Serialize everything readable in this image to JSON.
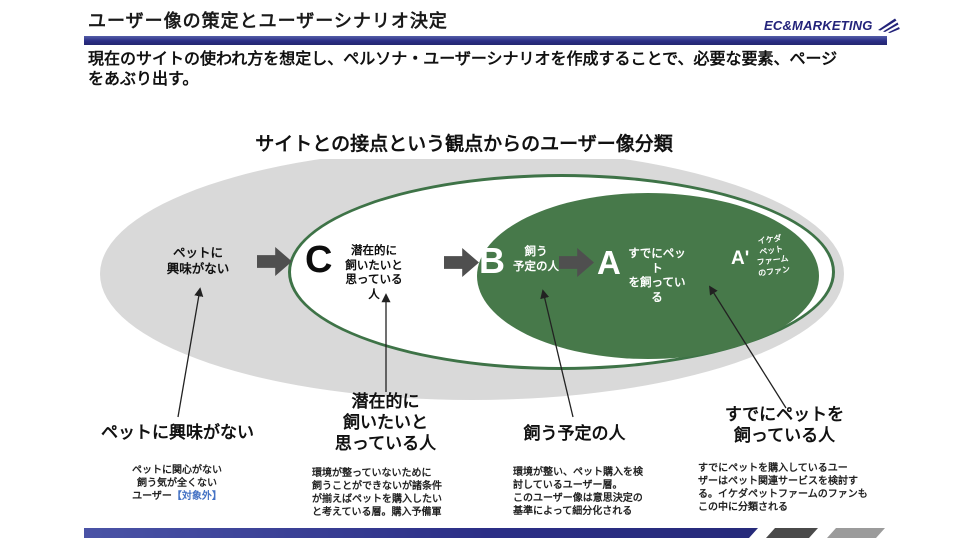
{
  "slide": {
    "title": "ユーザー像の策定とユーザーシナリオ決定",
    "logo_text": "EC&MARKETING",
    "intro": "現在のサイトの使われ方を想定し、ペルソナ・ユーザーシナリオを作成することで、必要な要素、ページ\nをあぶり出す。"
  },
  "diagram": {
    "title": "サイトとの接点という観点からのユーザー像分類",
    "outside_label": "ペットに\n興味がない",
    "segments": [
      {
        "letter": "C",
        "label": "潜在的に\n飼いたいと\n思っている人"
      },
      {
        "letter": "B",
        "label": "飼う\n予定の人"
      },
      {
        "letter": "A",
        "label": "すでにペット\nを飼っている"
      },
      {
        "letter": "A'",
        "label": "イケダ\nペット\nファーム\nのファン"
      }
    ],
    "colors": {
      "outer_fill": "#d9d9d9",
      "mid_border_green": "#3e7347",
      "inner_fill_green": "#47794a",
      "accent_navy": "#2b2e86",
      "block_arrow_gray": "#4f4f4f",
      "highlight_blue": "#4472c4"
    }
  },
  "callouts": [
    {
      "title": "ペットに興味がない",
      "desc": "ペットに関心がない\n飼う気が全くない\nユーザー",
      "desc_highlight": "【対象外】"
    },
    {
      "title": "潜在的に\n飼いたいと\n思っている人",
      "desc": "環境が整っていないために\n飼うことができないが諸条件\nが揃えばペットを購入したい\nと考えている層。購入予備軍"
    },
    {
      "title": "飼う予定の人",
      "desc": "環境が整い、ペット購入を検\n討しているユーザー層。\nこのユーザー像は意思決定の\n基準によって細分化される"
    },
    {
      "title": "すでにペットを\n飼っている人",
      "desc": "すでにペットを購入しているユー\nザーはペット関連サービスを検討す\nる。イケダペットファームのファンも\nこの中に分類される"
    }
  ],
  "icons": {
    "logo_swoosh": "brand-swoosh",
    "block_arrow": "right-block-arrow",
    "pointer_arrow": "thin-up-arrow"
  }
}
